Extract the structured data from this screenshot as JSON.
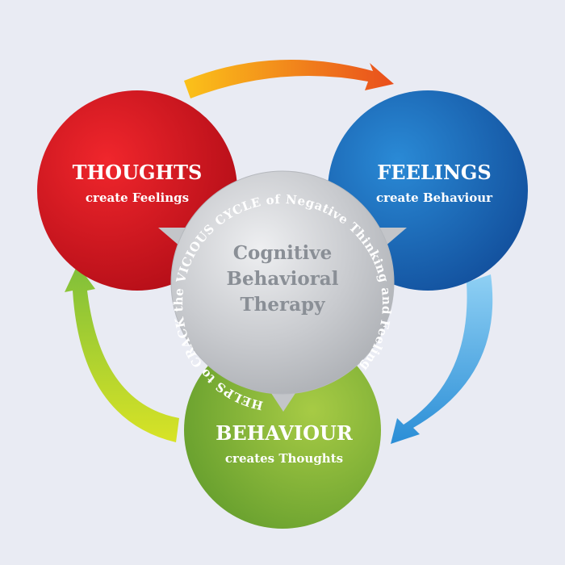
{
  "nodes": {
    "thoughts": {
      "title": "THOUGHTS",
      "subtitle": "create Feelings",
      "color": "#d9141d"
    },
    "feelings": {
      "title": "FEELINGS",
      "subtitle": "create Behaviour",
      "color": "#1768b8"
    },
    "behaviour": {
      "title": "BEHAVIOUR",
      "subtitle": "creates Thoughts",
      "color": "#86b33a"
    }
  },
  "center": {
    "lines": [
      "Cognitive",
      "Behavioral",
      "Therapy"
    ],
    "ring_text": "HELPS to CRACK the VICIOUS CYCLE of Negative Thinking and Feeling",
    "color": "#c3c5c9"
  },
  "arrows": {
    "thoughts_to_feelings": "#f39a1c",
    "feelings_to_behaviour": "#5ab0e4",
    "behaviour_to_thoughts": "#a8c92a"
  }
}
